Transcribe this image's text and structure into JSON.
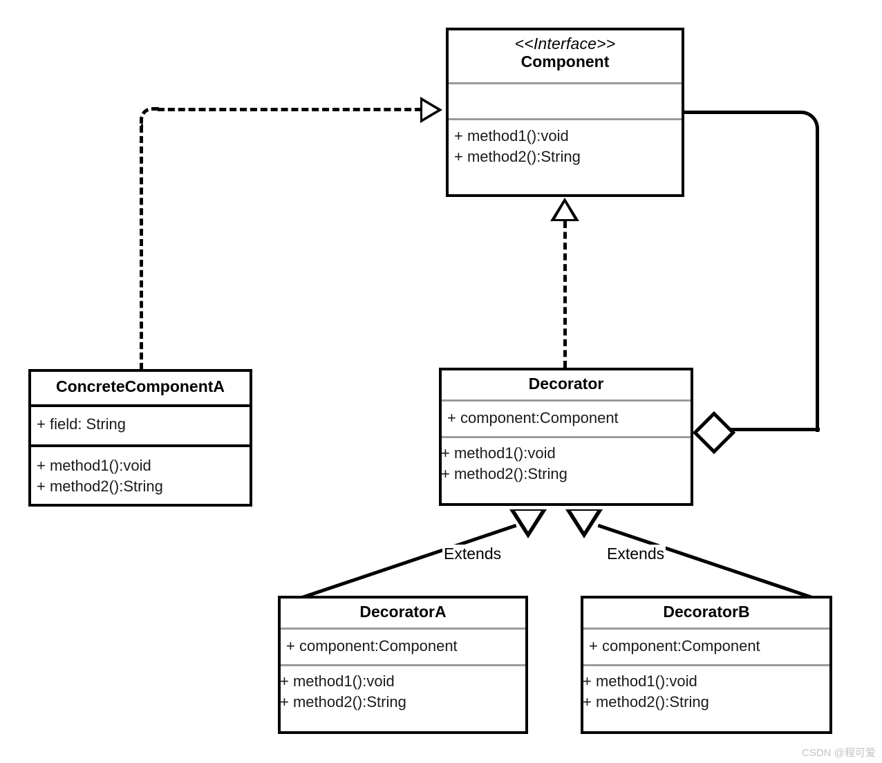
{
  "diagram": {
    "title": "Decorator Pattern UML Class Diagram",
    "watermark": "CSDN @程可爱",
    "colors": {
      "stroke": "#000000",
      "separator": "#9a9a9a",
      "background": "#ffffff",
      "watermark": "#c3c3c3"
    }
  },
  "classes": {
    "component": {
      "stereotype": "<<Interface>>",
      "name": "Component",
      "attributes": [],
      "methods": [
        "+ method1():void",
        "+ method2():String"
      ]
    },
    "concrete_component_a": {
      "stereotype": "",
      "name": "ConcreteComponentA",
      "attributes": [
        "+ field: String"
      ],
      "methods": [
        "+ method1():void",
        "+ method2():String"
      ]
    },
    "decorator": {
      "stereotype": "",
      "name": "Decorator",
      "attributes": [
        "+ component:Component"
      ],
      "methods": [
        "+ method1():void",
        "+ method2():String"
      ]
    },
    "decorator_a": {
      "stereotype": "",
      "name": "DecoratorA",
      "attributes": [
        "+ component:Component"
      ],
      "methods": [
        "+ method1():void",
        "+ method2():String"
      ]
    },
    "decorator_b": {
      "stereotype": "",
      "name": "DecoratorB",
      "attributes": [
        "+ component:Component"
      ],
      "methods": [
        "+ method1():void",
        "+ method2():String"
      ]
    }
  },
  "relations": {
    "realize_concrete_component_a": {
      "from": "ConcreteComponentA",
      "to": "Component",
      "type": "realization",
      "label": ""
    },
    "realize_decorator": {
      "from": "Decorator",
      "to": "Component",
      "type": "realization",
      "label": ""
    },
    "aggregation_component": {
      "from": "Decorator",
      "to": "Component",
      "type": "aggregation",
      "label": ""
    },
    "extends_decorator_a": {
      "from": "DecoratorA",
      "to": "Decorator",
      "type": "generalization",
      "label": "Extends"
    },
    "extends_decorator_b": {
      "from": "DecoratorB",
      "to": "Decorator",
      "type": "generalization",
      "label": "Extends"
    }
  }
}
